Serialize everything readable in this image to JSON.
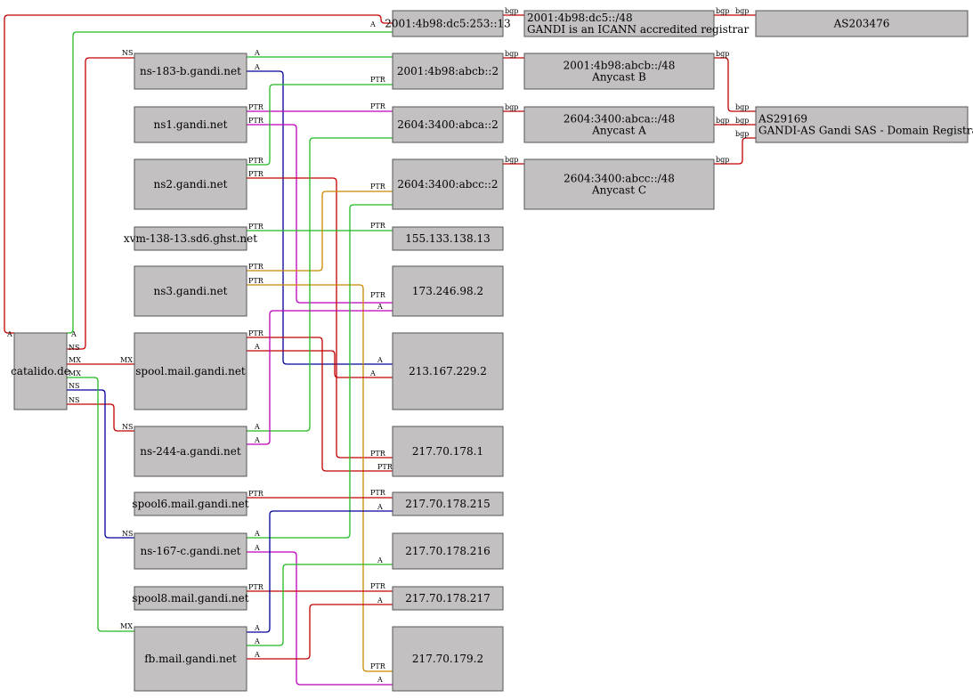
{
  "colors": {
    "red": "#c00000",
    "green": "#22bb22",
    "blue": "#000099",
    "magenta": "#bb00bb",
    "orange": "#cc8800",
    "node_fill": "#c3c0c1"
  },
  "nodes": {
    "catalido": [
      "catalido.de"
    ],
    "ns183b": [
      "ns-183-b.gandi.net"
    ],
    "ns1": [
      "ns1.gandi.net"
    ],
    "ns2": [
      "ns2.gandi.net"
    ],
    "xvm": [
      "xvm-138-13.sd6.ghst.net"
    ],
    "ns3": [
      "ns3.gandi.net"
    ],
    "spool": [
      "spool.mail.gandi.net"
    ],
    "ns244a": [
      "ns-244-a.gandi.net"
    ],
    "spool6": [
      "spool6.mail.gandi.net"
    ],
    "ns167c": [
      "ns-167-c.gandi.net"
    ],
    "spool8": [
      "spool8.mail.gandi.net"
    ],
    "fb": [
      "fb.mail.gandi.net"
    ],
    "ip6_253": [
      "2001:4b98:dc5:253::13"
    ],
    "ip6_abcb": [
      "2001:4b98:abcb::2"
    ],
    "ip6_abca": [
      "2604:3400:abca::2"
    ],
    "ip6_abcc": [
      "2604:3400:abcc::2"
    ],
    "ip_155": [
      "155.133.138.13"
    ],
    "ip_173": [
      "173.246.98.2"
    ],
    "ip_213": [
      "213.167.229.2"
    ],
    "ip_178_1": [
      "217.70.178.1"
    ],
    "ip_178_215": [
      "217.70.178.215"
    ],
    "ip_178_216": [
      "217.70.178.216"
    ],
    "ip_178_217": [
      "217.70.178.217"
    ],
    "ip_179_2": [
      "217.70.179.2"
    ],
    "pfx_dc5": [
      "2001:4b98:dc5::/48",
      "GANDI is an ICANN accredited registrar"
    ],
    "pfx_abcb": [
      "2001:4b98:abcb::/48",
      "Anycast B"
    ],
    "pfx_abca": [
      "2604:3400:abca::/48",
      "Anycast A"
    ],
    "pfx_abcc": [
      "2604:3400:abcc::/48",
      "Anycast C"
    ],
    "as203476": [
      "AS203476"
    ],
    "as29169": [
      "AS29169",
      "GANDI-AS Gandi SAS - Domain Registrar an"
    ]
  },
  "edges": [
    {
      "from": "catalido",
      "to": "ip6_253",
      "color": "red",
      "label": "A"
    },
    {
      "from": "catalido",
      "to": "ip6_253",
      "color": "green",
      "label": "A"
    },
    {
      "from": "catalido",
      "to": "ns183b",
      "color": "red",
      "label": "NS"
    },
    {
      "from": "catalido",
      "to": "spool",
      "color": "red",
      "label": "MX"
    },
    {
      "from": "catalido",
      "to": "ns244a",
      "color": "red",
      "label": "NS"
    },
    {
      "from": "catalido",
      "to": "ns167c",
      "color": "blue",
      "label": "NS"
    },
    {
      "from": "catalido",
      "to": "fb",
      "color": "green",
      "label": "MX"
    },
    {
      "from": "ns183b",
      "to": "ip6_abcb",
      "color": "green",
      "label": "A"
    },
    {
      "from": "ns183b",
      "to": "ip_213",
      "color": "blue",
      "label": "A"
    },
    {
      "from": "ns1",
      "to": "ip6_abca",
      "color": "magenta",
      "label": "PTR"
    },
    {
      "from": "ns1",
      "to": "ip_173",
      "color": "magenta",
      "label": "PTR"
    },
    {
      "from": "ns2",
      "to": "ip6_abcb",
      "color": "green",
      "label": "PTR"
    },
    {
      "from": "ns2",
      "to": "ip_178_1",
      "color": "red",
      "label": "PTR"
    },
    {
      "from": "xvm",
      "to": "ip_155",
      "color": "green",
      "label": "PTR"
    },
    {
      "from": "ns3",
      "to": "ip6_abcc",
      "color": "orange",
      "label": "PTR"
    },
    {
      "from": "ns3",
      "to": "ip_179_2",
      "color": "orange",
      "label": "PTR"
    },
    {
      "from": "spool",
      "to": "ip_178_1",
      "color": "red",
      "label": "PTR"
    },
    {
      "from": "spool",
      "to": "ip_213",
      "color": "red",
      "label": "A"
    },
    {
      "from": "ns244a",
      "to": "ip6_abca",
      "color": "green",
      "label": "A"
    },
    {
      "from": "ns244a",
      "to": "ip_173",
      "color": "magenta",
      "label": "A"
    },
    {
      "from": "spool6",
      "to": "ip_178_215",
      "color": "red",
      "label": "PTR"
    },
    {
      "from": "ns167c",
      "to": "ip6_abcc",
      "color": "green",
      "label": "A"
    },
    {
      "from": "ns167c",
      "to": "ip_179_2",
      "color": "magenta",
      "label": "A"
    },
    {
      "from": "spool8",
      "to": "ip_178_217",
      "color": "red",
      "label": "PTR"
    },
    {
      "from": "fb",
      "to": "ip_178_215",
      "color": "blue",
      "label": "A"
    },
    {
      "from": "fb",
      "to": "ip_178_216",
      "color": "green",
      "label": "A"
    },
    {
      "from": "fb",
      "to": "ip_178_217",
      "color": "red",
      "label": "A"
    },
    {
      "from": "ip6_253",
      "to": "pfx_dc5",
      "color": "red",
      "label": "bgp"
    },
    {
      "from": "ip6_abcb",
      "to": "pfx_abcb",
      "color": "red",
      "label": "bgp"
    },
    {
      "from": "ip6_abca",
      "to": "pfx_abca",
      "color": "red",
      "label": "bgp"
    },
    {
      "from": "ip6_abcc",
      "to": "pfx_abcc",
      "color": "red",
      "label": "bgp"
    },
    {
      "from": "pfx_dc5",
      "to": "as203476",
      "color": "red",
      "label": "bgp"
    },
    {
      "from": "pfx_abcb",
      "to": "as29169",
      "color": "red",
      "label": "bgp"
    },
    {
      "from": "pfx_abca",
      "to": "as29169",
      "color": "red",
      "label": "bgp"
    },
    {
      "from": "pfx_abcc",
      "to": "as29169",
      "color": "red",
      "label": "bgp"
    }
  ]
}
